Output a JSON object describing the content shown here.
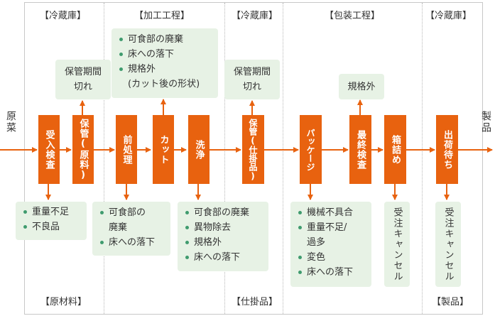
{
  "side": {
    "input": "原菜",
    "output": "製品"
  },
  "zones": [
    {
      "label": "【冷蔵庫】"
    },
    {
      "label": "【加工工程】"
    },
    {
      "label": "【冷蔵庫】"
    },
    {
      "label": "【包装工程】"
    },
    {
      "label": "【冷蔵庫】"
    }
  ],
  "bottom_labels": {
    "raw": "【原材料】",
    "wip": "【仕掛品】",
    "product": "【製品】"
  },
  "steps": {
    "receiving": "受入検査",
    "storage_raw": "保管(原料)",
    "preprocess": "前処理",
    "cut": "カット",
    "wash": "洗浄",
    "storage_wip": "保管(仕掛品)",
    "package": "パッケージ",
    "final_inspection": "最終検査",
    "boxing": "箱詰め",
    "shipping": "出荷待ち"
  },
  "losses": {
    "raw_expired": [
      "保管期間",
      "切れ"
    ],
    "cut_loss": [
      "可食部の廃棄",
      "床への落下",
      "規格外",
      "(カット後の形状)"
    ],
    "wip_expired": [
      "保管期間",
      "切れ"
    ],
    "final_out": "規格外",
    "receiving": [
      "重量不足",
      "不良品"
    ],
    "preprocess": [
      "可食部の",
      "廃棄",
      "床への落下"
    ],
    "wash": [
      "可食部の廃棄",
      "異物除去",
      "規格外",
      "床への落下"
    ],
    "package": [
      "機械不具合",
      "重量不足/",
      "過多",
      "変色",
      "床への落下"
    ],
    "boxing_cancel": "受注キャンセル",
    "shipping_cancel": "受注キャンセル"
  },
  "colors": {
    "step": "#e8620f",
    "arrow": "#e8620f",
    "box": "#e7f2e5",
    "bullet": "#3f9b6e",
    "frame": "#c8c8c8"
  }
}
